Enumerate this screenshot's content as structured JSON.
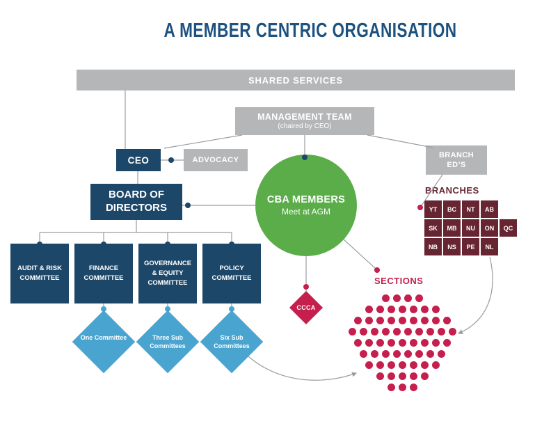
{
  "title": "A MEMBER CENTRIC ORGANISATION",
  "colors": {
    "navy": "#1d4768",
    "navy_title": "#1d5180",
    "gray": "#b4b6b8",
    "green": "#5aad49",
    "crimson": "#c51f4e",
    "maroon": "#662531",
    "blue": "#4aa4d0",
    "line": "#9b9da0"
  },
  "shared_services": {
    "label": "SHARED SERVICES"
  },
  "management_team": {
    "label": "MANAGEMENT TEAM",
    "subtitle": "(chaired by CEO)"
  },
  "ceo": {
    "label": "CEO"
  },
  "advocacy": {
    "label": "ADVOCACY"
  },
  "branch_eds": {
    "line1": "BRANCH",
    "line2": "ED’S"
  },
  "board": {
    "label": "BOARD OF DIRECTORS"
  },
  "committees": [
    {
      "label": "AUDIT & RISK COMMITTEE"
    },
    {
      "label": "FINANCE COMMITTEE"
    },
    {
      "label": "GOVERNANCE & EQUITY COMMITTEE"
    },
    {
      "label": "POLICY COMMITTEE"
    }
  ],
  "sub_committees": [
    {
      "label": "One Committee"
    },
    {
      "label": "Three Sub Committees"
    },
    {
      "label": "Six Sub Committees"
    }
  ],
  "cba_members": {
    "label": "CBA MEMBERS",
    "subtitle": "Meet at AGM"
  },
  "ccca": {
    "label": "CCCA"
  },
  "branches": {
    "label": "BRANCHES",
    "rows": [
      [
        "YT",
        "BC",
        "NT",
        "AB"
      ],
      [
        "SK",
        "MB",
        "NU",
        "ON",
        "QC"
      ],
      [
        "NB",
        "NS",
        "PE",
        "NL"
      ]
    ]
  },
  "sections": {
    "label": "SECTIONS",
    "dot_rows": [
      4,
      7,
      9,
      10,
      9,
      8,
      7,
      5,
      3
    ]
  }
}
